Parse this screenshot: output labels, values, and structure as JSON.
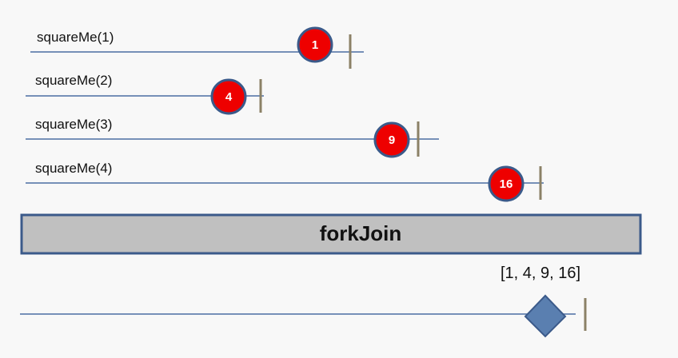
{
  "streams": [
    {
      "label": "squareMe(1)",
      "value": "1"
    },
    {
      "label": "squareMe(2)",
      "value": "4"
    },
    {
      "label": "squareMe(3)",
      "value": "9"
    },
    {
      "label": "squareMe(4)",
      "value": "16"
    }
  ],
  "operator": {
    "label": "forkJoin"
  },
  "result": {
    "label": "[1, 4, 9, 16]"
  },
  "colors": {
    "line": "#4a6ea3",
    "marble_fill": "#ee0000",
    "marble_stroke": "#3b5a8a",
    "completion": "#8b8166",
    "operator_fill": "#c0c0c0",
    "operator_stroke": "#3b5a8a",
    "diamond_fill": "#5a7fb0",
    "diamond_stroke": "#3b5a8a"
  }
}
